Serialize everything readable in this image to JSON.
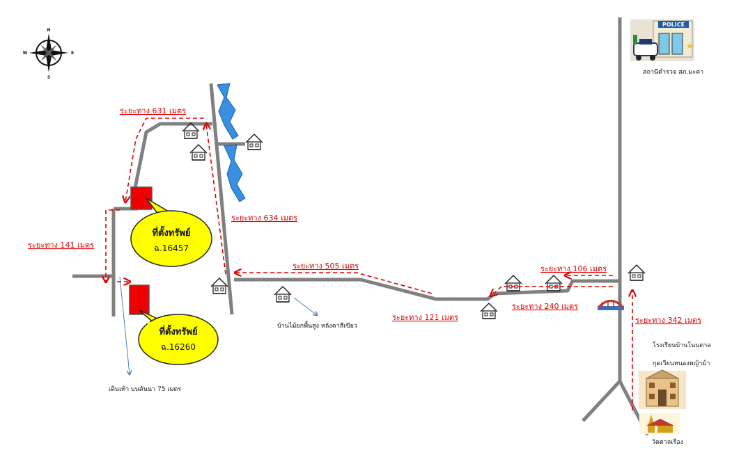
{
  "compass": {
    "n": "N",
    "s": "S",
    "e": "E",
    "w": "W"
  },
  "police": {
    "sign": "POLICE",
    "label": "สถานีตำรวจ สภ.มะค่า"
  },
  "school": {
    "line1": "โรงเรียนบ้านโนนตาล",
    "line2": "กุดเวียนหนองหญ้าม้า"
  },
  "temple": {
    "label": "วัดตาลเรือง"
  },
  "distances": {
    "d631": "ระยะทาง 631 เมตร",
    "d634": "ระยะทาง 634 เมตร",
    "d141": "ระยะทาง 141 เมตร",
    "d505": "ระยะทาง 505 เมตร",
    "d106": "ระยะทาง 106 เมตร",
    "d240": "ระยะทาง 240 เมตร",
    "d121": "ระยะทาง 121 เมตร",
    "d342": "ระยะทาง 342 เมตร"
  },
  "parcels": [
    {
      "title": "ที่ตั้งทรัพย์",
      "number": "ฉ.16457"
    },
    {
      "title": "ที่ตั้งทรัพย์",
      "number": "ฉ.16260"
    }
  ],
  "notes": {
    "house": "บ้านไม้ยกพื้นสูง หลังคาสีเขียว",
    "walk": "เดินเท้า  บนคันนา 75 เมตร"
  },
  "colors": {
    "road": "#808080",
    "route": "#e00000",
    "parcel": "#ee0000",
    "bubble": "#ffff00",
    "water": "#3a8fe0"
  }
}
